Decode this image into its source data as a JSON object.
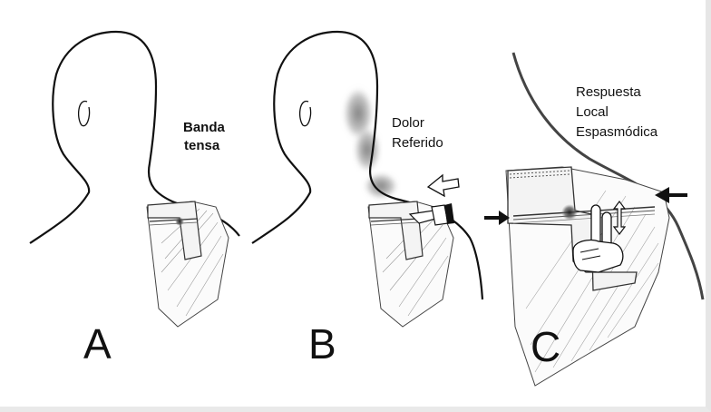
{
  "panels": [
    {
      "letter": "A",
      "annotation_lines": [
        "Banda",
        "tensa"
      ]
    },
    {
      "letter": "B",
      "annotation_lines": [
        "Dolor",
        "Referido"
      ]
    },
    {
      "letter": "C",
      "annotation_lines": [
        "Respuesta",
        "Local",
        "Espasmódica"
      ]
    }
  ],
  "colors": {
    "ink": "#111111",
    "referred_pain_shading": "#7a7a7a",
    "trigger_point": "#333333",
    "background": "#ffffff"
  },
  "icons": [
    "hand-pointing-icon",
    "arrow-right-icon",
    "arrow-left-icon",
    "double-arrow-vertical-icon",
    "hollow-arrow-icon"
  ]
}
